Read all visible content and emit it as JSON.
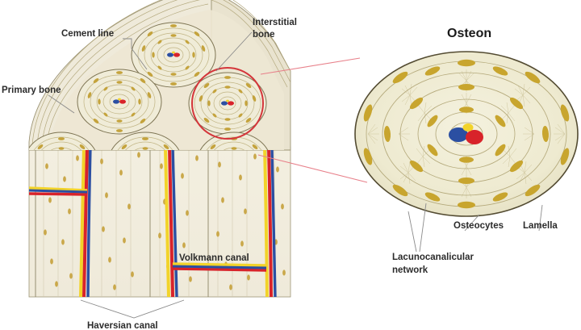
{
  "figure": {
    "title_left": "",
    "subject": "Cortical bone microstructure and osteon cross-section"
  },
  "labels": {
    "cement_line": "Cement line",
    "interstitial_bone": "Interstitial bone",
    "interstitial_bone_line1": "Interstitial",
    "interstitial_bone_line2": "bone",
    "primary_bone": "Primary bone",
    "volkmann_canal": "Volkmann canal",
    "haversian_canal": "Haversian canal",
    "osteon": "Osteon",
    "osteocytes": "Osteocytes",
    "lamella": "Lamella",
    "lacunocanalicular_line1": "Lacunocanalicular",
    "lacunocanalicular_line2": "network",
    "lacunocanalicular_network": "Lacunocanalicular network"
  },
  "colors": {
    "background": "#ffffff",
    "bone_matrix": "#efe9d2",
    "bone_matrix_light": "#f6f2e2",
    "bone_outline": "#6b6345",
    "lamella_line": "#b9ad7e",
    "osteocyte": "#c8a52e",
    "canaliculi": "#c2b98e",
    "artery_red": "#d8232a",
    "vein_blue": "#2b4fa2",
    "nerve_yellow": "#f2d32a",
    "highlight_red": "#d4353a",
    "zoom_line_pink": "#e8808a",
    "leader_gray": "#8a8a8a",
    "label_text": "#2b2b2b"
  },
  "structures": {
    "osteon_detail": {
      "lamella_ring_count": 4,
      "central_canal_vessels": [
        "vein_blue",
        "artery_red",
        "nerve_yellow"
      ],
      "osteocyte_count_visible": 28
    },
    "block_view": {
      "top_osteon_count": 3,
      "lower_osteon_count": 3,
      "vertical_haversian_canals": 3,
      "volkmann_canal_count": 2
    }
  }
}
